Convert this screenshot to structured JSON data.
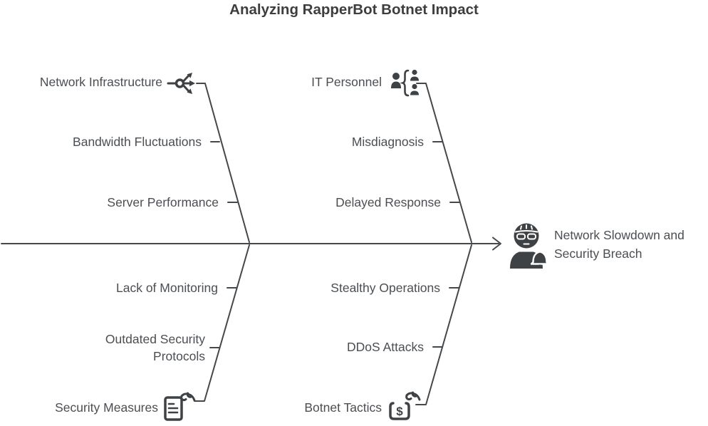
{
  "title": "Analyzing RapperBot Botnet Impact",
  "effect": {
    "label": "Network Slowdown and Security Breach",
    "icon": "hacker-alert-icon"
  },
  "branches": [
    {
      "label": "Network Infrastructure",
      "icon": "network-split-icon",
      "position": "top-left",
      "causes": [
        "Bandwidth Fluctuations",
        "Server Performance"
      ]
    },
    {
      "label": "IT Personnel",
      "icon": "team-hierarchy-icon",
      "position": "top-right",
      "causes": [
        "Misdiagnosis",
        "Delayed Response"
      ]
    },
    {
      "label": "Security Measures",
      "icon": "document-hand-icon",
      "position": "bottom-left",
      "causes": [
        "Lack of Monitoring",
        "Outdated Security Protocols"
      ]
    },
    {
      "label": "Botnet Tactics",
      "icon": "money-grab-icon",
      "position": "bottom-right",
      "causes": [
        "Stealthy Operations",
        "DDoS Attacks"
      ]
    }
  ],
  "icons": {
    "dollar_glyph": "$"
  },
  "colors": {
    "line": "#45484b",
    "text": "#4b4e52",
    "title": "#3c3e40",
    "icon": "#3f4245"
  }
}
